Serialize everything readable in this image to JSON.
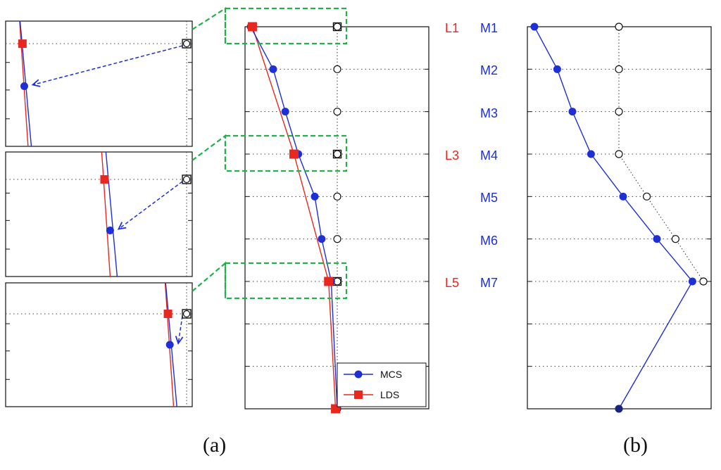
{
  "labels": {
    "levels": [
      "L1",
      "L3",
      "L5"
    ],
    "measures": [
      "M1",
      "M2",
      "M3",
      "M4",
      "M5",
      "M6",
      "M7"
    ],
    "caption_a": "(a)",
    "caption_b": "(b)"
  },
  "colors": {
    "mcs": "#1f2fd6",
    "lds": "#e8281e",
    "reference": "#111111",
    "zoom_box": "#22b04b",
    "level_label": "#e8281e",
    "measure_label": "#1f2fd6"
  },
  "chart_data": [
    {
      "type": "line",
      "panel": "a",
      "grid": true,
      "legend_position": "bottom-right",
      "y_levels": [
        0,
        1,
        2,
        3,
        4,
        5,
        6,
        7,
        8,
        9
      ],
      "series": [
        {
          "name": "MCS",
          "marker": "circle",
          "points": [
            [
              0.0,
              0
            ],
            [
              0.26,
              1
            ],
            [
              0.4,
              2
            ],
            [
              0.55,
              3
            ],
            [
              0.74,
              4
            ],
            [
              0.82,
              5
            ],
            [
              0.93,
              6
            ],
            [
              1.0,
              9
            ]
          ]
        },
        {
          "name": "LDS",
          "marker": "square",
          "points": [
            [
              0.02,
              0
            ],
            [
              0.5,
              3
            ],
            [
              0.9,
              6
            ],
            [
              0.98,
              9
            ]
          ]
        },
        {
          "name": "",
          "marker": "open-circle",
          "style": "dotted",
          "points": [
            [
              1.0,
              0
            ],
            [
              1.0,
              1
            ],
            [
              1.0,
              2
            ],
            [
              1.0,
              3
            ],
            [
              1.0,
              4
            ],
            [
              1.0,
              5
            ],
            [
              1.0,
              6
            ],
            [
              1.0,
              9
            ]
          ]
        },
        {
          "name": "",
          "marker": "open-square",
          "points": [
            [
              1.0,
              0
            ],
            [
              1.0,
              3
            ],
            [
              1.0,
              6
            ]
          ]
        }
      ],
      "zoom_insets": [
        {
          "level": "L1",
          "mcs_x": 0.1,
          "mcs_y": 0.52,
          "lds_x": 0.09,
          "lds_y": 0.18,
          "ref_x": 0.97,
          "ref_y": 0.18
        },
        {
          "level": "L3",
          "mcs_x": 0.56,
          "mcs_y": 0.63,
          "lds_x": 0.53,
          "lds_y": 0.22,
          "ref_x": 0.97,
          "ref_y": 0.22
        },
        {
          "level": "L5",
          "mcs_x": 0.88,
          "mcs_y": 0.5,
          "lds_x": 0.87,
          "lds_y": 0.25,
          "ref_x": 0.97,
          "ref_y": 0.25
        }
      ]
    },
    {
      "type": "line",
      "panel": "b",
      "grid": true,
      "y_levels": [
        0,
        1,
        2,
        3,
        4,
        5,
        6,
        7,
        8,
        9
      ],
      "series": [
        {
          "name": "",
          "marker": "circle",
          "points": [
            [
              -1.0,
              0
            ],
            [
              -0.73,
              1
            ],
            [
              -0.55,
              2
            ],
            [
              -0.33,
              3
            ],
            [
              0.05,
              4
            ],
            [
              0.45,
              5
            ],
            [
              0.87,
              6
            ],
            [
              0.0,
              9
            ]
          ]
        },
        {
          "name": "",
          "marker": "open-circle",
          "style": "dotted",
          "points": [
            [
              0.0,
              0
            ],
            [
              0.0,
              1
            ],
            [
              0.0,
              2
            ],
            [
              0.0,
              3
            ],
            [
              0.33,
              4
            ],
            [
              0.67,
              5
            ],
            [
              1.0,
              6
            ],
            [
              0.0,
              9
            ]
          ]
        }
      ]
    }
  ],
  "legend": {
    "mcs": "MCS",
    "lds": "LDS"
  }
}
